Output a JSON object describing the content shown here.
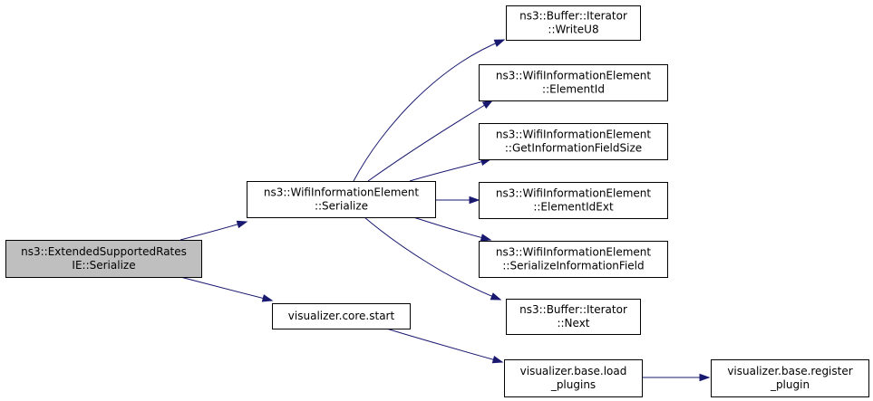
{
  "colors": {
    "edge": "#191970",
    "root_fill": "#bfbfbf",
    "node_fill": "#ffffff",
    "node_border": "#000000"
  },
  "nodes": [
    {
      "id": "root",
      "lines": [
        "ns3::ExtendedSupportedRates",
        "IE::Serialize"
      ],
      "highlight": true
    },
    {
      "id": "wie-serialize",
      "lines": [
        "ns3::WifiInformationElement",
        "::Serialize"
      ]
    },
    {
      "id": "core-start",
      "lines": [
        "visualizer.core.start"
      ]
    },
    {
      "id": "writeu8",
      "lines": [
        "ns3::Buffer::Iterator",
        "::WriteU8"
      ]
    },
    {
      "id": "elementid",
      "lines": [
        "ns3::WifiInformationElement",
        "::ElementId"
      ]
    },
    {
      "id": "getinfosize",
      "lines": [
        "ns3::WifiInformationElement",
        "::GetInformationFieldSize"
      ]
    },
    {
      "id": "elementidext",
      "lines": [
        "ns3::WifiInformationElement",
        "::ElementIdExt"
      ]
    },
    {
      "id": "serializeinfo",
      "lines": [
        "ns3::WifiInformationElement",
        "::SerializeInformationField"
      ]
    },
    {
      "id": "next",
      "lines": [
        "ns3::Buffer::Iterator",
        "::Next"
      ]
    },
    {
      "id": "load-plugins",
      "lines": [
        "visualizer.base.load",
        "_plugins"
      ]
    },
    {
      "id": "register-plugin",
      "lines": [
        "visualizer.base.register",
        "_plugin"
      ]
    }
  ],
  "edges": [
    {
      "from": "root",
      "to": "wie-serialize"
    },
    {
      "from": "root",
      "to": "core-start"
    },
    {
      "from": "wie-serialize",
      "to": "writeu8"
    },
    {
      "from": "wie-serialize",
      "to": "elementid"
    },
    {
      "from": "wie-serialize",
      "to": "getinfosize"
    },
    {
      "from": "wie-serialize",
      "to": "elementidext"
    },
    {
      "from": "wie-serialize",
      "to": "serializeinfo"
    },
    {
      "from": "wie-serialize",
      "to": "next"
    },
    {
      "from": "core-start",
      "to": "load-plugins"
    },
    {
      "from": "load-plugins",
      "to": "register-plugin"
    }
  ]
}
